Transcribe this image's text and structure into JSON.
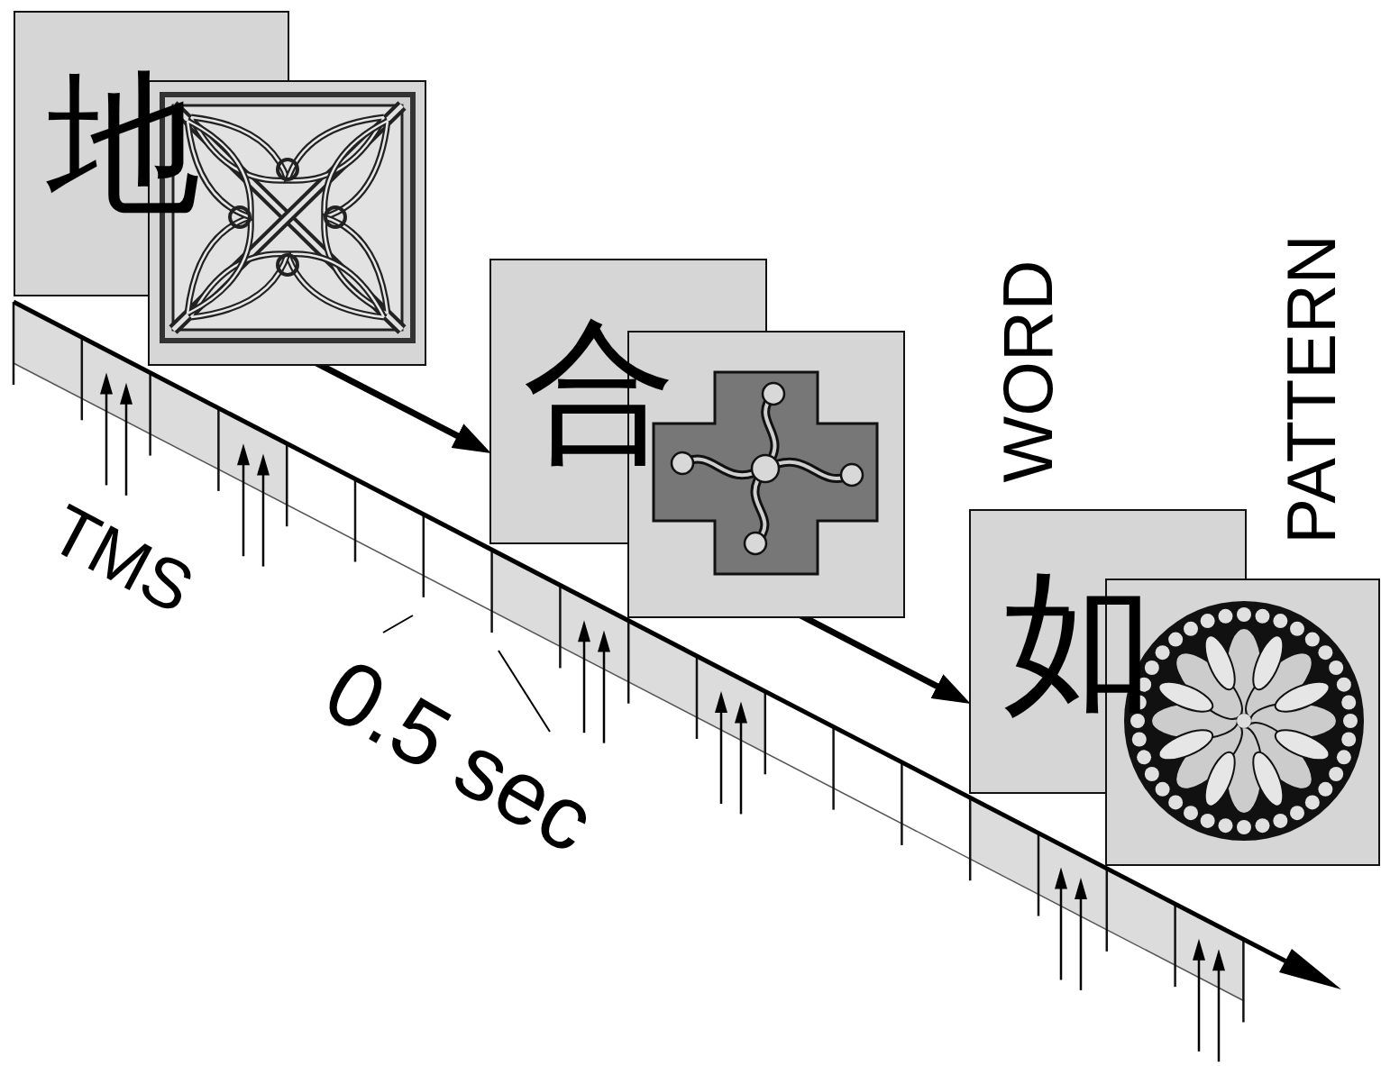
{
  "diagram": {
    "nodes": [
      {
        "text": [
          "地"
        ]
      },
      {
        "text": [
          "合"
        ]
      },
      {
        "text": [
          "如"
        ]
      }
    ],
    "edges": [
      {
        "from": 0,
        "to": 1,
        "arrow": "to"
      },
      {
        "from": 1,
        "to": 2,
        "arrow": "to"
      }
    ],
    "labels": [
      "TMS",
      "0.5 sec",
      "WORD",
      "PATTERN"
    ]
  }
}
